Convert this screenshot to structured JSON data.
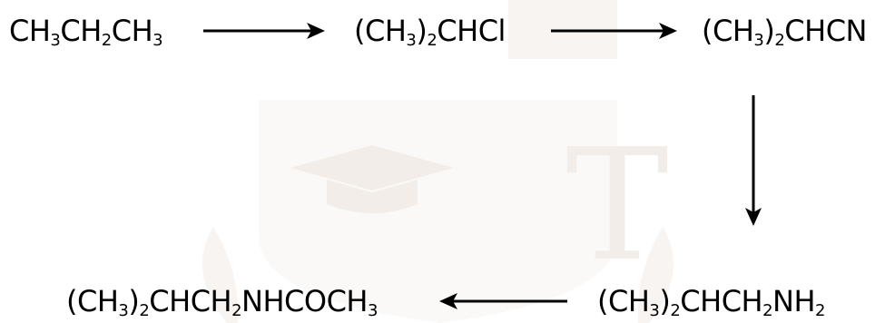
{
  "watermark": {
    "letter": "T",
    "color": "#f2ede8"
  },
  "compounds": {
    "propane": [
      {
        "t": "CH"
      },
      {
        "s": "3"
      },
      {
        "t": "CH"
      },
      {
        "s": "2"
      },
      {
        "t": "CH"
      },
      {
        "s": "3"
      }
    ],
    "isopropyl_chloride": [
      {
        "t": "(CH"
      },
      {
        "s": "3"
      },
      {
        "t": ")"
      },
      {
        "s": "2"
      },
      {
        "t": "CHCl"
      }
    ],
    "isobutyronitrile": [
      {
        "t": "(CH"
      },
      {
        "s": "3"
      },
      {
        "t": ")"
      },
      {
        "s": "2"
      },
      {
        "t": "CHCN"
      }
    ],
    "isobutylamine": [
      {
        "t": "(CH"
      },
      {
        "s": "3"
      },
      {
        "t": ")"
      },
      {
        "s": "2"
      },
      {
        "t": "CHCH"
      },
      {
        "s": "2"
      },
      {
        "t": "NH"
      },
      {
        "s": "2"
      }
    ],
    "acetamide_product": [
      {
        "t": "(CH"
      },
      {
        "s": "3"
      },
      {
        "t": ")"
      },
      {
        "s": "2"
      },
      {
        "t": "CHCH"
      },
      {
        "s": "2"
      },
      {
        "t": "NHCOCH"
      },
      {
        "s": "3"
      }
    ]
  }
}
